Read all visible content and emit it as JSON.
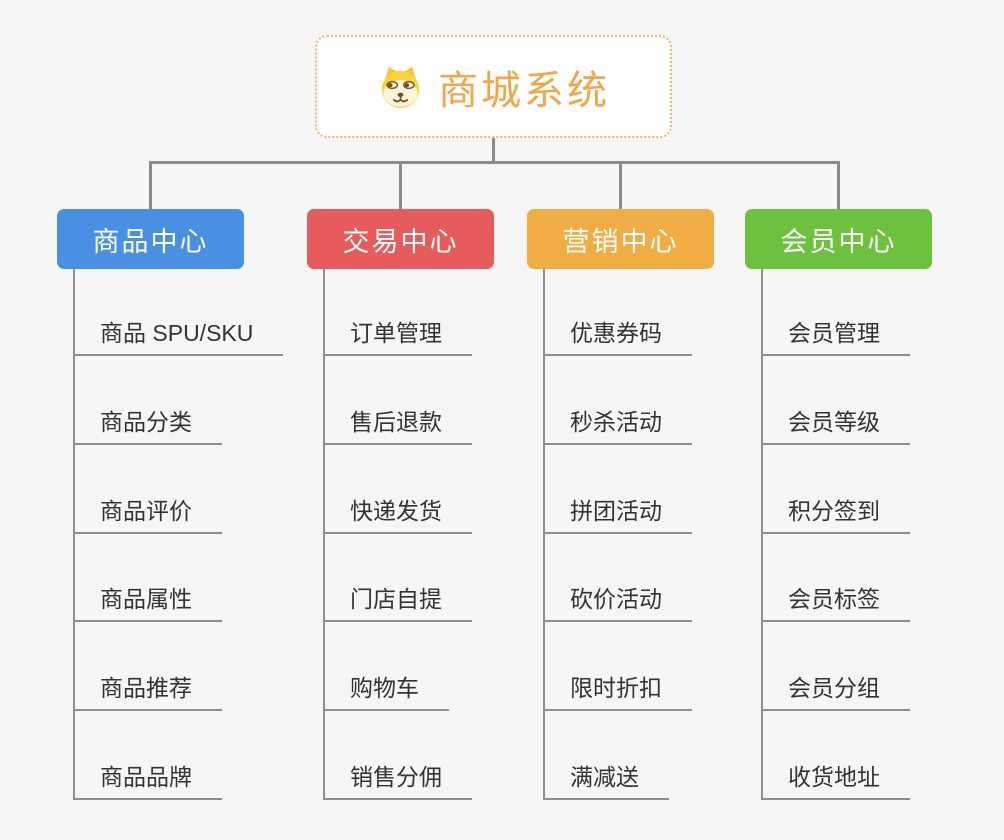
{
  "canvas": {
    "background": "#f6f6f6",
    "connector_color": "#8b8b8b"
  },
  "root": {
    "label": "商城系统",
    "icon": "dog-face-icon",
    "text_color": "#f0a64a",
    "border_color": "#f2b45c",
    "background": "#ffffff"
  },
  "branches": [
    {
      "label": "商品中心",
      "color": "#4a90e2",
      "children": [
        "商品 SPU/SKU",
        "商品分类",
        "商品评价",
        "商品属性",
        "商品推荐",
        "商品品牌"
      ]
    },
    {
      "label": "交易中心",
      "color": "#e65c5c",
      "children": [
        "订单管理",
        "售后退款",
        "快递发货",
        "门店自提",
        "购物车",
        "销售分佣"
      ]
    },
    {
      "label": "营销中心",
      "color": "#efad43",
      "children": [
        "优惠券码",
        "秒杀活动",
        "拼团活动",
        "砍价活动",
        "限时折扣",
        "满减送"
      ]
    },
    {
      "label": "会员中心",
      "color": "#6dc13f",
      "children": [
        "会员管理",
        "会员等级",
        "积分签到",
        "会员标签",
        "会员分组",
        "收货地址"
      ]
    }
  ]
}
